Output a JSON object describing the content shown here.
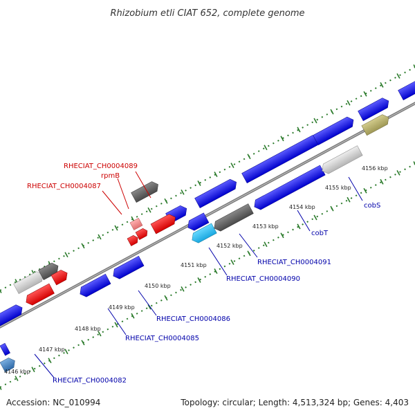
{
  "title": "Rhizobium etli CIAT 652, complete genome",
  "footer": {
    "accession": "Accession: NC_010994",
    "summary": "Topology: circular; Length: 4,513,324 bp; Genes: 4,403"
  },
  "colors": {
    "strand_forward": "#0000ee",
    "strand_forward_red": "#ee0000",
    "pseudo_grey": "#666666",
    "light_grey": "#cccccc",
    "cyan": "#22bbee",
    "olive": "#b5ad6b",
    "steel": "#4a86c0",
    "pink": "#f08a8a",
    "tick_green": "#2a7a2a",
    "label_red": "#cc0000",
    "label_blue": "#0000aa"
  },
  "scale_ticks": [
    "4146 kbp",
    "4147 kbp",
    "4148 kbp",
    "4149 kbp",
    "4150 kbp",
    "4151 kbp",
    "4152 kbp",
    "4153 kbp",
    "4154 kbp",
    "4155 kbp",
    "4156 kbp"
  ],
  "gene_labels": {
    "red": [
      "RHECIAT_CH0004089",
      "rpmB",
      "RHECIAT_CH0004087"
    ],
    "blue": [
      "cobS",
      "cobT",
      "RHECIAT_CH0004091",
      "RHECIAT_CH0004090",
      "RHECIAT_CH0004086",
      "RHECIAT_CH0004085",
      "RHECIAT_CH0004082"
    ]
  }
}
